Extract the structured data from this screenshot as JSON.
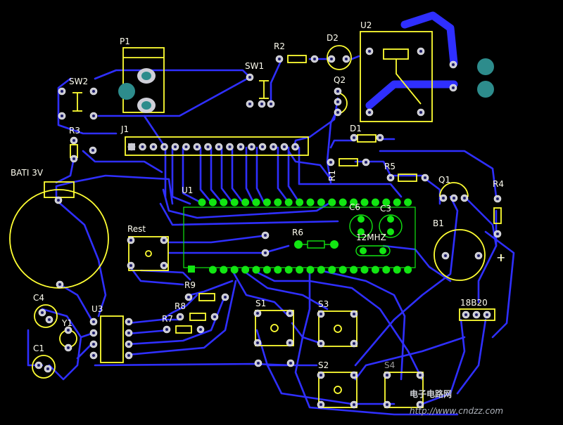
{
  "board": {
    "background": "#000000",
    "trace_color": "#2f2fff",
    "silk_color": "#ffff33",
    "pad_color": "#c9c9d2",
    "green_color": "#12e612",
    "label_color": "#fffef0"
  },
  "labels": {
    "P1": "P1",
    "SW2": "SW2",
    "SW1": "SW1",
    "R2": "R2",
    "D2": "D2",
    "U2": "U2",
    "Q2": "Q2",
    "R3": "R3",
    "J1": "J1",
    "D1": "D1",
    "BATI": "BATI  3V",
    "R1": "R1",
    "R5": "R5",
    "Q1": "Q1",
    "R4": "R4",
    "U1": "U1",
    "C6": "C6",
    "C3": "C3",
    "B1": "B1",
    "Rest": "Rest",
    "R6": "R6",
    "MHZ": "12MHZ",
    "R9": "R9",
    "C4": "C4",
    "U3": "U3",
    "R8": "R8",
    "S1": "S1",
    "S3": "S3",
    "DS": "18B20",
    "Y1": "Y1",
    "R7": "R7",
    "C1": "C1",
    "S2": "S2",
    "S4": "S4",
    "plus": "+"
  },
  "watermark": {
    "line1": "电子电路网",
    "line2": "http://www.cndzz.com"
  }
}
